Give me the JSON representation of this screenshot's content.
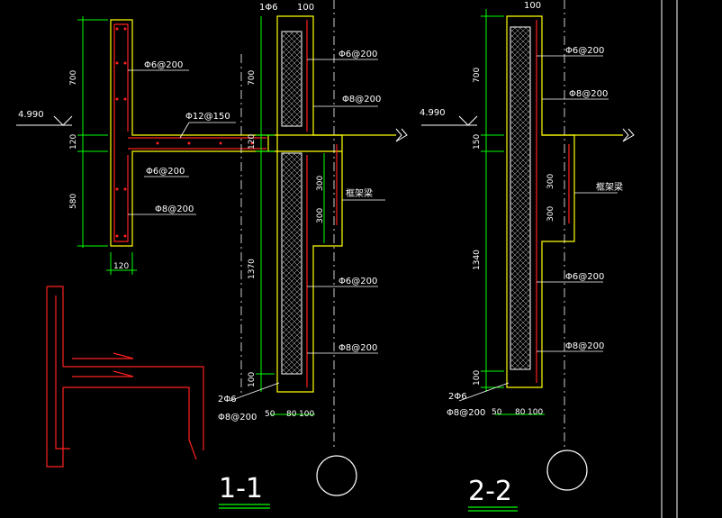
{
  "colors": {
    "background": "#000000",
    "concrete": "#ffff00",
    "rebar": "#ff2020",
    "dimension": "#00ff00",
    "text": "#ffffff",
    "insulation": "#ffffff"
  },
  "left_section": {
    "top_label": "1Φ6",
    "top_dim": "100",
    "elevation": "4.990",
    "left_dims": [
      "700",
      "120",
      "580"
    ],
    "bottom_width": "120",
    "right_dims": [
      "700",
      "120",
      "1370",
      "100"
    ],
    "mid_dims": [
      "300",
      "300"
    ],
    "rebar_labels": {
      "wall_top": "Φ6@200",
      "slab": "Φ12@150",
      "slab_bottom": "Φ6@200",
      "wall_bottom": "Φ8@200",
      "right_top_1": "Φ6@200",
      "right_top_2": "Φ8@200",
      "right_bottom_1": "Φ6@200",
      "right_bottom_2": "Φ8@200"
    },
    "frame_beam": "框架梁",
    "bottom_rebar": [
      "2Φ6",
      "Φ8@200"
    ],
    "bottom_dims": [
      "50",
      "80",
      "100"
    ],
    "title": "1-1"
  },
  "right_section": {
    "top_dim": "100",
    "elevation": "4.990",
    "left_dims": [
      "700",
      "150",
      "1340",
      "100"
    ],
    "mid_dims": [
      "300",
      "300"
    ],
    "rebar_labels": {
      "top_1": "Φ6@200",
      "top_2": "Φ8@200",
      "bottom_1": "Φ6@200",
      "bottom_2": "Φ8@200"
    },
    "frame_beam": "框架梁",
    "bottom_rebar": [
      "2Φ6",
      "Φ8@200"
    ],
    "bottom_dims": [
      "50",
      "80",
      "100"
    ],
    "title": "2-2"
  }
}
